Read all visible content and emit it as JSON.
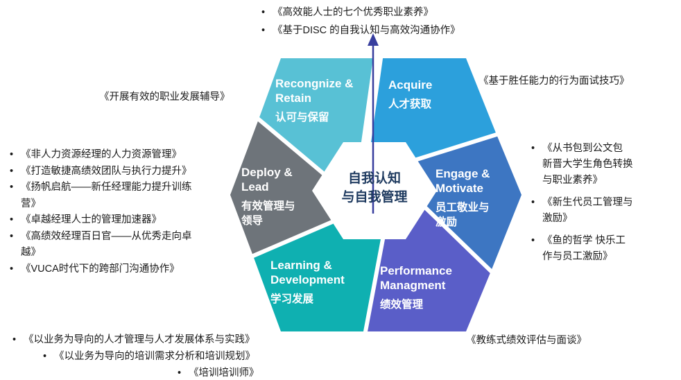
{
  "bullet": "•",
  "center": {
    "lines": [
      "自我认知",
      "与自我管理"
    ]
  },
  "arrow_color": "#383E9E",
  "segments": [
    {
      "name": "acquire",
      "en": [
        "Acquire"
      ],
      "zh": [
        "人才获取"
      ],
      "color": "#2CA0DC"
    },
    {
      "name": "engage-motivate",
      "en": [
        "Engage &",
        "Motivate"
      ],
      "zh": [
        "员工敬业与",
        "激励"
      ],
      "color": "#3D76C2"
    },
    {
      "name": "performance-management",
      "en": [
        "Performance",
        "Managment"
      ],
      "zh": [
        "绩效管理"
      ],
      "color": "#5A5EC8"
    },
    {
      "name": "learning-development",
      "en": [
        "Learning &",
        "Development"
      ],
      "zh": [
        "学习发展"
      ],
      "color": "#0FB0B1"
    },
    {
      "name": "deploy-lead",
      "en": [
        "Deploy &",
        "Lead"
      ],
      "zh": [
        "有效管理与",
        "领导"
      ],
      "color": "#6E747A"
    },
    {
      "name": "recognize-retain",
      "en": [
        "Recongnize &",
        "Retain"
      ],
      "zh": [
        "认可与保留"
      ],
      "color": "#58C1D5"
    }
  ],
  "lists": {
    "top": [
      "《高效能人士的七个优秀职业素养》",
      "《基于DISC 的自我认知与高效沟通协作》"
    ],
    "top_left": "《开展有效的职业发展辅导》",
    "top_right": "《基于胜任能力的行为面试技巧》",
    "left": [
      "《非人力资源经理的人力资源管理》",
      "《打造敏捷高绩效团队与执行力提升》",
      "《扬帆启航——新任经理能力提升训练营》",
      "《卓越经理人士的管理加速器》",
      "《高绩效经理百日官——从优秀走向卓越》",
      "《VUCA时代下的跨部门沟通协作》"
    ],
    "right": [
      "《从书包到公文包 新晋大学生角色转换与职业素养》",
      "《新生代员工管理与激励》",
      "《鱼的哲学 快乐工作与员工激励》"
    ],
    "bottom": [
      "《以业务为导向的人才管理与人才发展体系与实践》",
      "《以业务为导向的培训需求分析和培训规划》",
      "《培训培训师》"
    ],
    "bottom_right": "《教练式绩效评估与面谈》"
  }
}
